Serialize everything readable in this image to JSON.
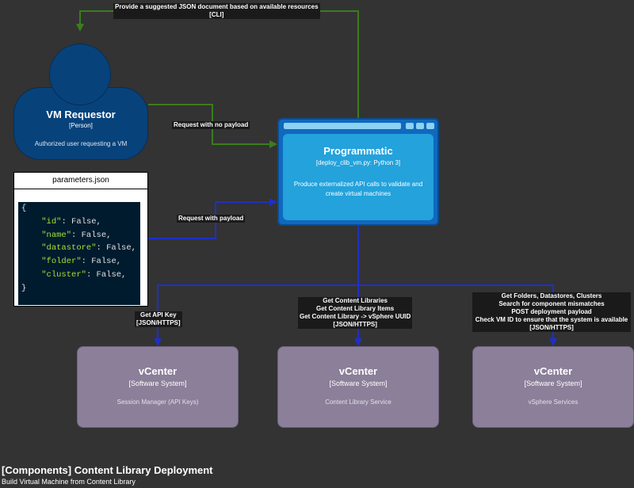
{
  "person": {
    "title": "VM Requestor",
    "type": "[Person]",
    "description": "Authorized user requesting a VM"
  },
  "file": {
    "title": "parameters.json",
    "lines": [
      {
        "key": "",
        "value": "{"
      },
      {
        "key": "\"id\"",
        "value": ": False,"
      },
      {
        "key": "\"name\"",
        "value": ": False,"
      },
      {
        "key": "\"datastore\"",
        "value": ": False,"
      },
      {
        "key": "\"folder\"",
        "value": ": False,"
      },
      {
        "key": "\"cluster\"",
        "value": ": False,"
      },
      {
        "key": "",
        "value": "}"
      }
    ]
  },
  "program": {
    "title": "Programmatic",
    "type": "[deploy_clib_vm.py: Python 3]",
    "description": "Produce externalized API calls to validate and create virtual machines"
  },
  "systems": [
    {
      "title": "vCenter",
      "type": "[Software System]",
      "description": "Session Manager (API Keys)"
    },
    {
      "title": "vCenter",
      "type": "[Software System]",
      "description": "Content Library Service"
    },
    {
      "title": "vCenter",
      "type": "[Software System]",
      "description": "vSphere Services"
    }
  ],
  "edges": {
    "cli_back": {
      "lines": [
        "Provide a suggested JSON document based on available resources",
        "[CLI]"
      ]
    },
    "no_payload": {
      "lines": [
        "Request with no payload"
      ]
    },
    "with_payload": {
      "lines": [
        "Request with payload"
      ]
    },
    "api_key": {
      "lines": [
        "Get API Key",
        "[JSON/HTTPS]"
      ]
    },
    "content_lib": {
      "lines": [
        "Get Content Libraries",
        "Get Content Library Items",
        "Get Content Library -> vSphere UUID",
        "[JSON/HTTPS]"
      ]
    },
    "vsphere": {
      "lines": [
        "Get Folders, Datastores, Clusters",
        "Search for component mismatches",
        "POST deployment payload",
        "Check VM ID to ensure that the system is available",
        "[JSON/HTTPS]"
      ]
    }
  },
  "footer": {
    "title": "[Components] Content Library Deployment",
    "subtitle": "Build Virtual Machine from Content Library"
  },
  "colors": {
    "background": "#333333",
    "person": "#08427b",
    "container": "#23a2dc",
    "system": "#8b7f99",
    "edge_green": "#3a7d1e",
    "edge_blue": "#1f2fc7"
  }
}
